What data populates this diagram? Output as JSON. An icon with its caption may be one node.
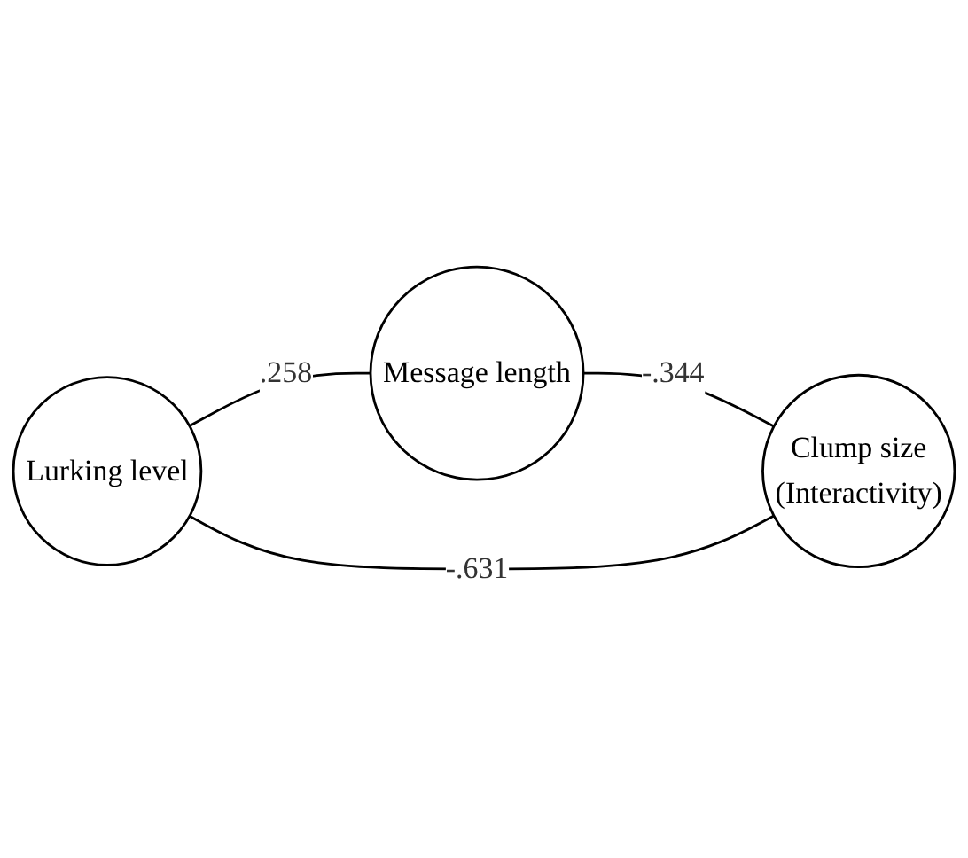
{
  "diagram": {
    "nodes": [
      {
        "text": [
          "Message length"
        ]
      },
      {
        "text": [
          "Lurking level"
        ]
      },
      {
        "text": [
          "Clump size",
          "(Interactivity)"
        ]
      }
    ],
    "edges": [
      {
        "from": 1,
        "to": 0,
        "arrow": "none",
        "label": ".258"
      },
      {
        "from": 0,
        "to": 2,
        "arrow": "none",
        "label": "-.344"
      },
      {
        "from": 1,
        "to": 2,
        "arrow": "none",
        "label": "-.631"
      }
    ]
  }
}
